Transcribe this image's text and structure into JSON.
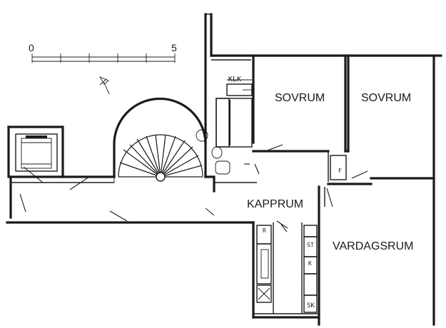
{
  "scale_bar": {
    "start_label": "0",
    "end_label": "5"
  },
  "rooms": {
    "bedroom_1": "SOVRUM",
    "bedroom_2": "SOVRUM",
    "hall": "KAPPRUM",
    "living_room": "VARDAGSRUM"
  },
  "fixtures": {
    "closet": "KLK",
    "cabinet_st": "ST",
    "cabinet_k": "K",
    "cabinet_sk": "SK",
    "cabinet_f": "F",
    "cabinet_r": "R"
  },
  "icons": {
    "north": "north-arrow-icon",
    "stair": "spiral-stair-icon"
  }
}
